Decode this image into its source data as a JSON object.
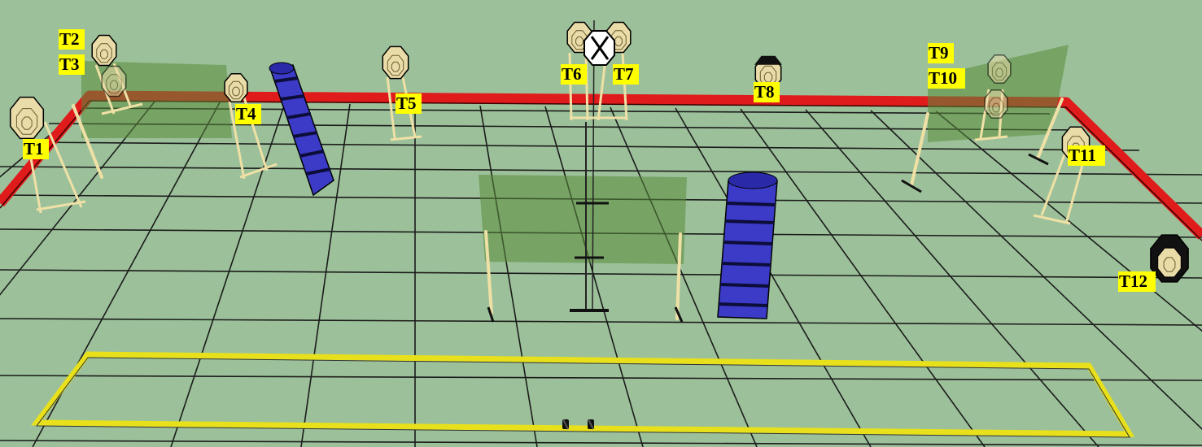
{
  "colors": {
    "ground": "#9cc19a",
    "grid": "#1b1b1b",
    "fault_line": "#e01b1b",
    "shooting_box": "#e8e01a",
    "barrel": "#3b3bc8",
    "barrel_band": "#0d0d3a",
    "target": "#eadca8",
    "target_black": "#111111",
    "wall": "#5a8a3a",
    "post": "#efe0a6",
    "label_bg": "#ffff00"
  },
  "targets": [
    {
      "id": "t1",
      "label": "T1"
    },
    {
      "id": "t2",
      "label": "T2"
    },
    {
      "id": "t3",
      "label": "T3"
    },
    {
      "id": "t4",
      "label": "T4"
    },
    {
      "id": "t5",
      "label": "T5"
    },
    {
      "id": "t6",
      "label": "T6"
    },
    {
      "id": "t7",
      "label": "T7"
    },
    {
      "id": "t8",
      "label": "T8"
    },
    {
      "id": "t9",
      "label": "T9"
    },
    {
      "id": "t10",
      "label": "T10"
    },
    {
      "id": "t11",
      "label": "T11"
    },
    {
      "id": "t12",
      "label": "T12"
    }
  ],
  "icons": {
    "target_shape": "octagon-steel-target-icon",
    "no_shoot": "no-shoot-target-icon",
    "barrel": "barrel-icon",
    "vision_barrier": "vision-barrier-icon",
    "shooting_box": "shooting-box-icon",
    "start_position": "foot-marks-icon"
  }
}
